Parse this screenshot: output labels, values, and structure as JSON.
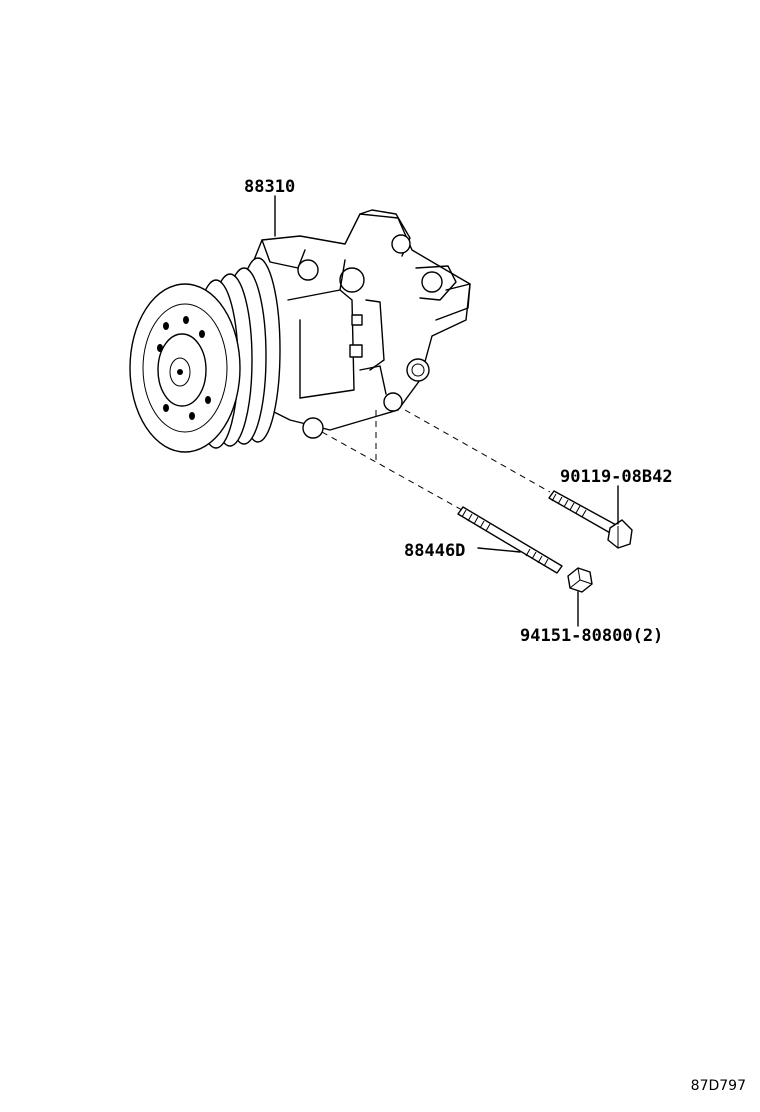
{
  "parts": {
    "compressor": {
      "label": "88310"
    },
    "bolt": {
      "label": "90119-08B42"
    },
    "stud": {
      "label": "88446D"
    },
    "nut": {
      "label": "94151-80800(2)"
    }
  },
  "figure_code": "87D797"
}
